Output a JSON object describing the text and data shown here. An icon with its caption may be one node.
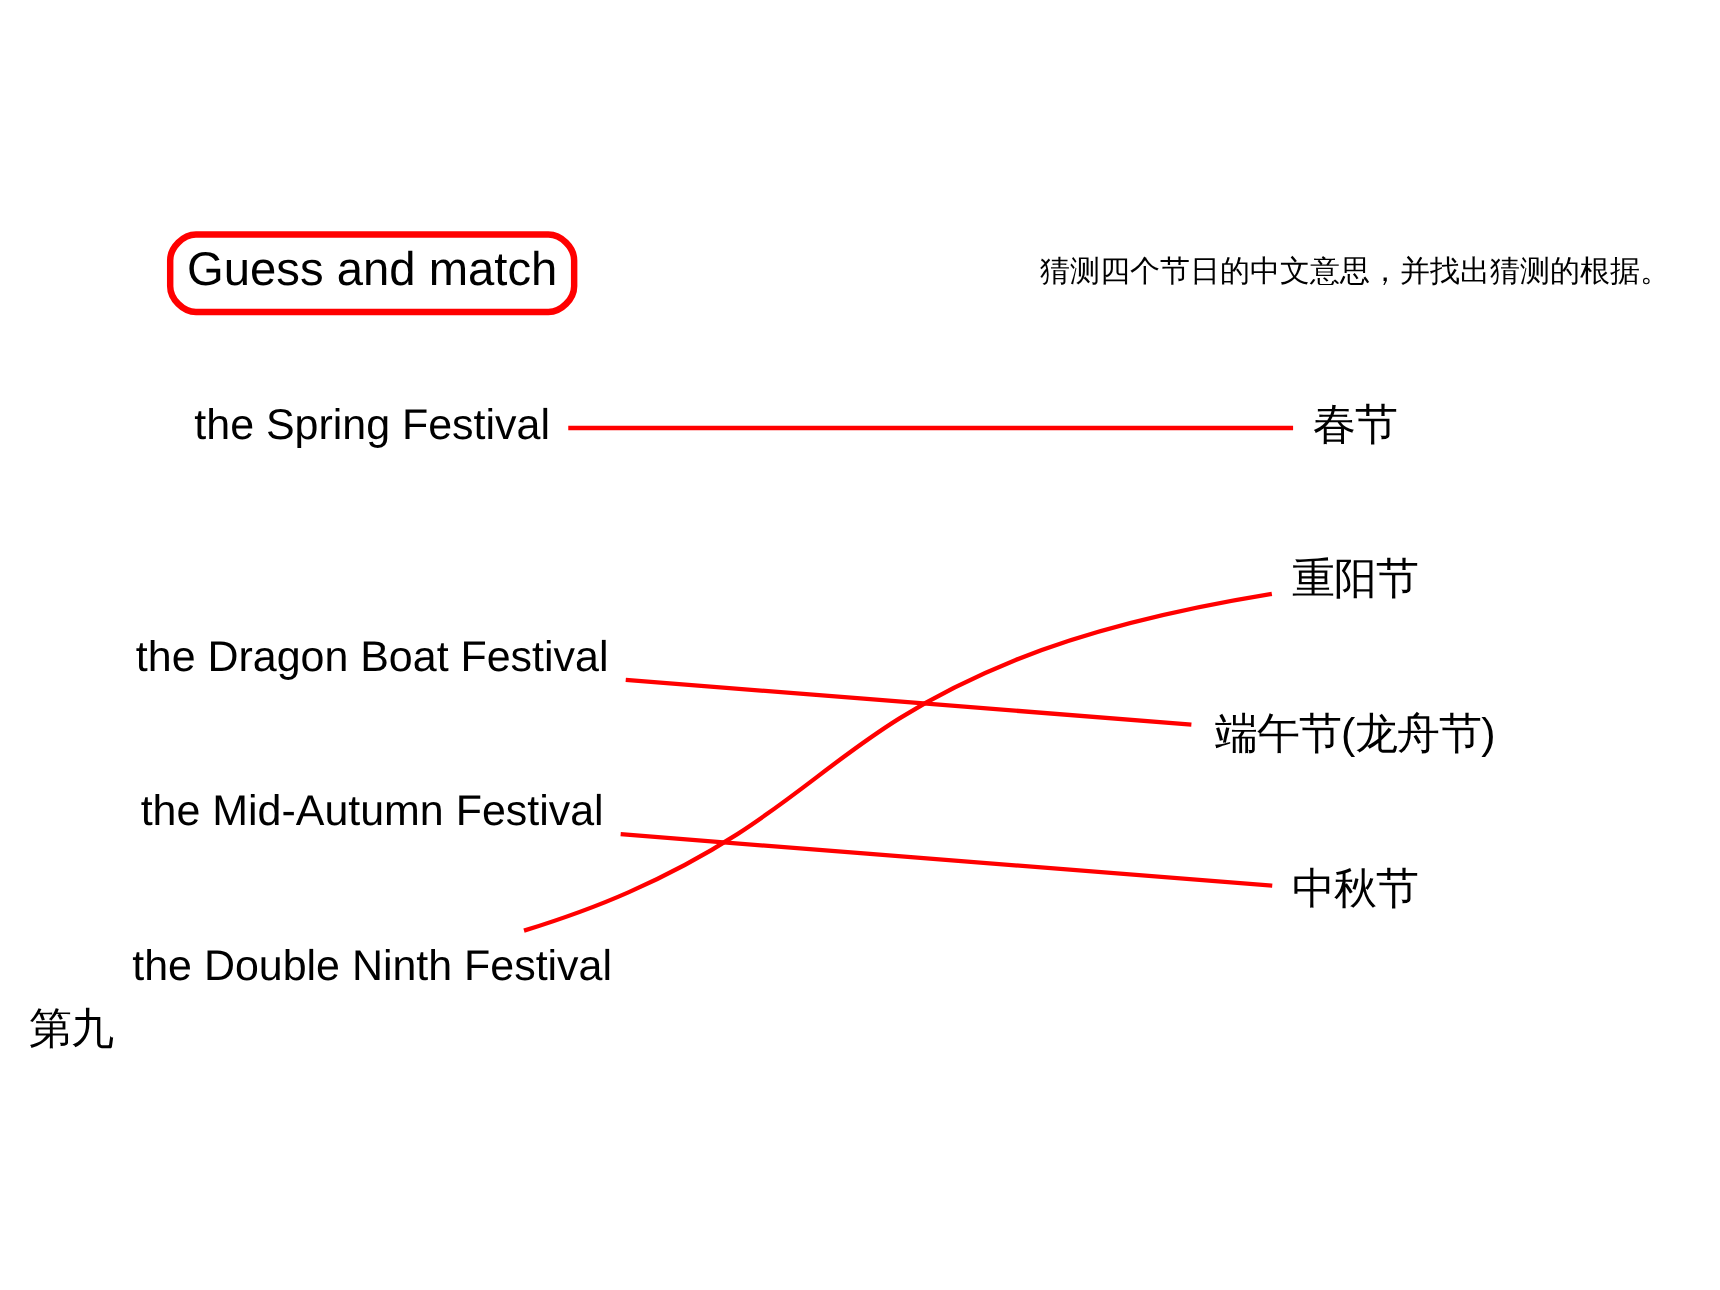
{
  "diagram": {
    "nodes": [
      {
        "text": [
          "Guess and match"
        ]
      },
      {
        "text": [
          "the Spring Festival"
        ]
      },
      {
        "text": [
          "the Dragon Boat Festival"
        ]
      },
      {
        "text": [
          "the Mid-Autumn Festival"
        ]
      },
      {
        "text": [
          "the Double Ninth Festival"
        ],
        "beside": [
          "第九"
        ]
      },
      {
        "text": [
          "春节"
        ]
      },
      {
        "text": [
          "重阳节"
        ]
      },
      {
        "text": [
          "端午节(龙舟节)"
        ]
      },
      {
        "text": [
          "中秋节"
        ]
      }
    ],
    "edges": [
      {
        "from": 1,
        "to": 5,
        "arrow": "none"
      },
      {
        "from": 2,
        "to": 7,
        "arrow": "none"
      },
      {
        "from": 3,
        "to": 8,
        "arrow": "none"
      },
      {
        "from": 4,
        "to": 6,
        "arrow": "none"
      }
    ],
    "labels": [
      "猜测四个节日的中文意思，并找出猜测的根据。"
    ]
  }
}
